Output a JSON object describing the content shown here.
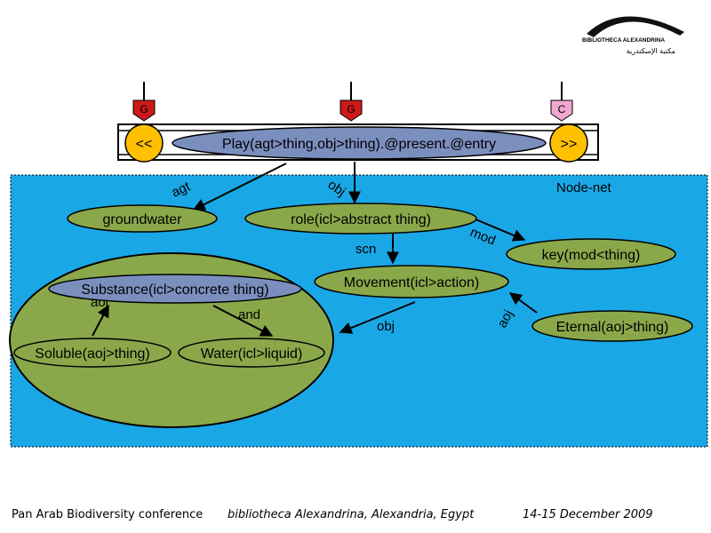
{
  "logo": {
    "line1": "BIBLIOTHECA ALEXANDRINA",
    "line2": "مكتبة الإسكندرية"
  },
  "bar": {
    "left_button": "<<",
    "right_button": ">>",
    "node": "Play(agt>thing,obj>thing).@present.@entry",
    "tags": [
      "G",
      "G",
      "C"
    ]
  },
  "panel": {
    "title": "Node-net"
  },
  "nodes": {
    "groundwater": "groundwater",
    "role": "role(icl>abstract thing)",
    "key": "key(mod<thing)",
    "movement": "Movement(icl>action)",
    "eternal": "Eternal(aoj>thing)",
    "substance": "Substance(icl>concrete thing)",
    "soluble": "Soluble(aoj>thing)",
    "water": "Water(icl>liquid)"
  },
  "edges": {
    "agt": "agt",
    "obj_top": "obj",
    "mod": "mod",
    "scn": "scn",
    "obj_mid": "obj",
    "aoj_right": "aoj",
    "aoj_left": "aoj",
    "and": "and"
  },
  "colors": {
    "panel": "#1aa7e6",
    "node_green": "#8aa84a",
    "node_blue": "#7b8fbf",
    "yellow_button": "#ffc000",
    "tag_red": "#cc1a1a",
    "tag_pink": "#f0a8d0"
  },
  "footer": {
    "conference": "Pan Arab Biodiversity conference",
    "venue": "bibliotheca Alexandrina, Alexandria, Egypt",
    "date": "14-15 December  2009"
  }
}
